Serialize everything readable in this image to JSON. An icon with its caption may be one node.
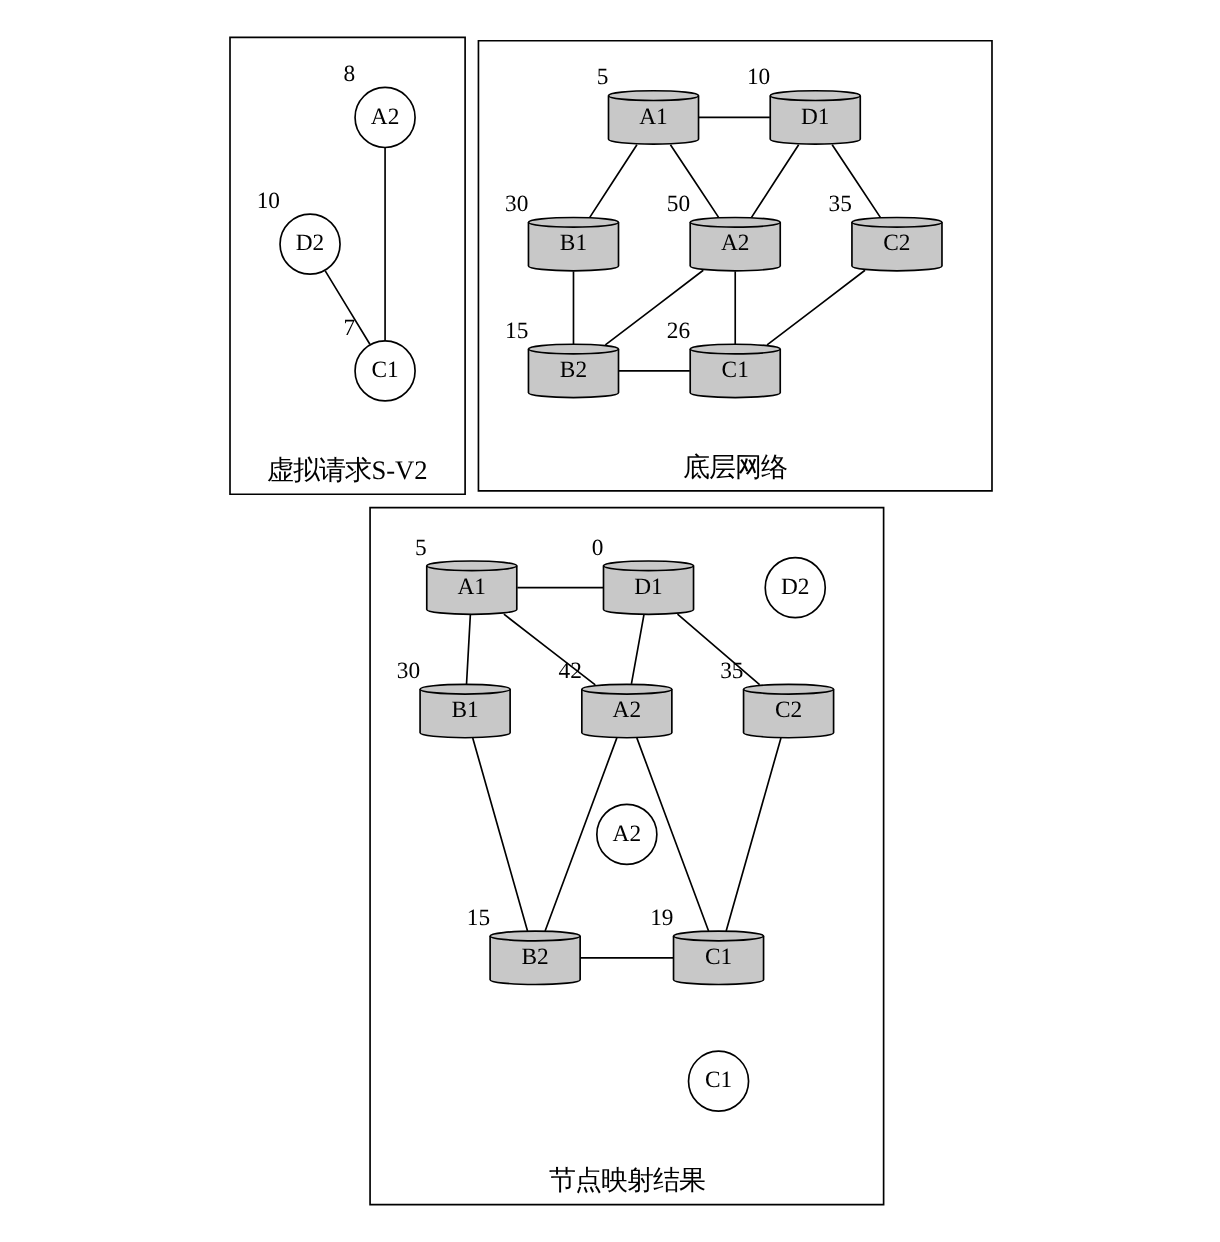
{
  "diagram": {
    "nodes": [
      {
        "text": [
          "虚拟请求S-V2"
        ]
      },
      {
        "text": [
          "A2"
        ],
        "beside": [
          "8"
        ],
        "in": 0
      },
      {
        "text": [
          "D2"
        ],
        "beside": [
          "10"
        ],
        "in": 0
      },
      {
        "text": [
          "C1"
        ],
        "beside": [
          "7"
        ],
        "in": 0
      },
      {
        "text": [
          "底层网络"
        ]
      },
      {
        "text": [
          "A1"
        ],
        "beside": [
          "5"
        ],
        "in": 4
      },
      {
        "text": [
          "D1"
        ],
        "beside": [
          "10"
        ],
        "in": 4
      },
      {
        "text": [
          "B1"
        ],
        "beside": [
          "30"
        ],
        "in": 4
      },
      {
        "text": [
          "A2"
        ],
        "beside": [
          "50"
        ],
        "in": 4
      },
      {
        "text": [
          "C2"
        ],
        "beside": [
          "35"
        ],
        "in": 4
      },
      {
        "text": [
          "B2"
        ],
        "beside": [
          "15"
        ],
        "in": 4
      },
      {
        "text": [
          "C1"
        ],
        "beside": [
          "26"
        ],
        "in": 4
      },
      {
        "text": [
          "节点映射结果"
        ]
      },
      {
        "text": [
          "A1"
        ],
        "beside": [
          "5"
        ],
        "in": 12
      },
      {
        "text": [
          "D1"
        ],
        "beside": [
          "0"
        ],
        "in": 12
      },
      {
        "text": [
          "B1"
        ],
        "beside": [
          "30"
        ],
        "in": 12
      },
      {
        "text": [
          "A2"
        ],
        "beside": [
          "42"
        ],
        "in": 12
      },
      {
        "text": [
          "C2"
        ],
        "beside": [
          "35"
        ],
        "in": 12
      },
      {
        "text": [
          "B2"
        ],
        "beside": [
          "15"
        ],
        "in": 12
      },
      {
        "text": [
          "C1"
        ],
        "beside": [
          "19"
        ],
        "in": 12
      },
      {
        "text": [
          "D2"
        ],
        "in": 12
      },
      {
        "text": [
          "A2"
        ],
        "in": 12
      },
      {
        "text": [
          "C1"
        ],
        "in": 12
      }
    ],
    "edges": [
      {
        "from": 1,
        "to": 3,
        "arrow": "none"
      },
      {
        "from": 2,
        "to": 3,
        "arrow": "none"
      },
      {
        "from": 5,
        "to": 6,
        "arrow": "none"
      },
      {
        "from": 5,
        "to": 7,
        "arrow": "none"
      },
      {
        "from": 5,
        "to": 8,
        "arrow": "none"
      },
      {
        "from": 6,
        "to": 8,
        "arrow": "none"
      },
      {
        "from": 6,
        "to": 9,
        "arrow": "none"
      },
      {
        "from": 7,
        "to": 10,
        "arrow": "none"
      },
      {
        "from": 8,
        "to": 10,
        "arrow": "none"
      },
      {
        "from": 8,
        "to": 11,
        "arrow": "none"
      },
      {
        "from": 10,
        "to": 11,
        "arrow": "none"
      },
      {
        "from": 9,
        "to": 11,
        "arrow": "none"
      },
      {
        "from": 13,
        "to": 14,
        "arrow": "none"
      },
      {
        "from": 13,
        "to": 15,
        "arrow": "none"
      },
      {
        "from": 13,
        "to": 16,
        "arrow": "none"
      },
      {
        "from": 14,
        "to": 16,
        "arrow": "none"
      },
      {
        "from": 14,
        "to": 17,
        "arrow": "none"
      },
      {
        "from": 15,
        "to": 18,
        "arrow": "none"
      },
      {
        "from": 16,
        "to": 18,
        "arrow": "none"
      },
      {
        "from": 16,
        "to": 19,
        "arrow": "none"
      },
      {
        "from": 18,
        "to": 19,
        "arrow": "none"
      },
      {
        "from": 17,
        "to": 19,
        "arrow": "none"
      }
    ]
  }
}
